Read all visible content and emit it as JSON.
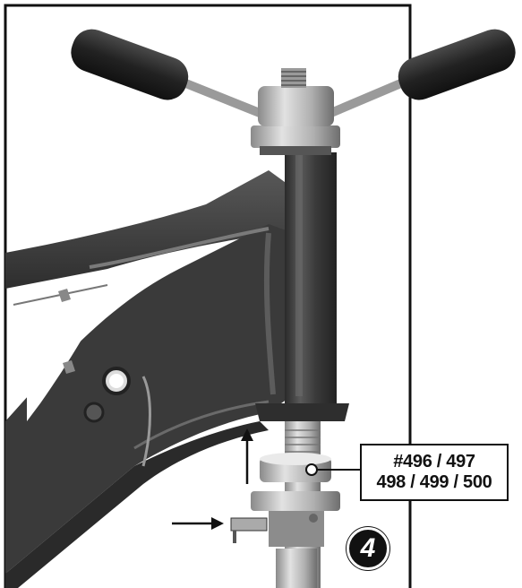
{
  "callout": {
    "line1": "#496 / 497",
    "line2": "498 / 499 / 500"
  },
  "step": {
    "number": "4"
  },
  "colors": {
    "frame": "#3a3a3a",
    "frame_highlight": "#6a6a6a",
    "grip": "#2b2b2b",
    "metal": "#c8c8c8",
    "border": "#111111"
  }
}
